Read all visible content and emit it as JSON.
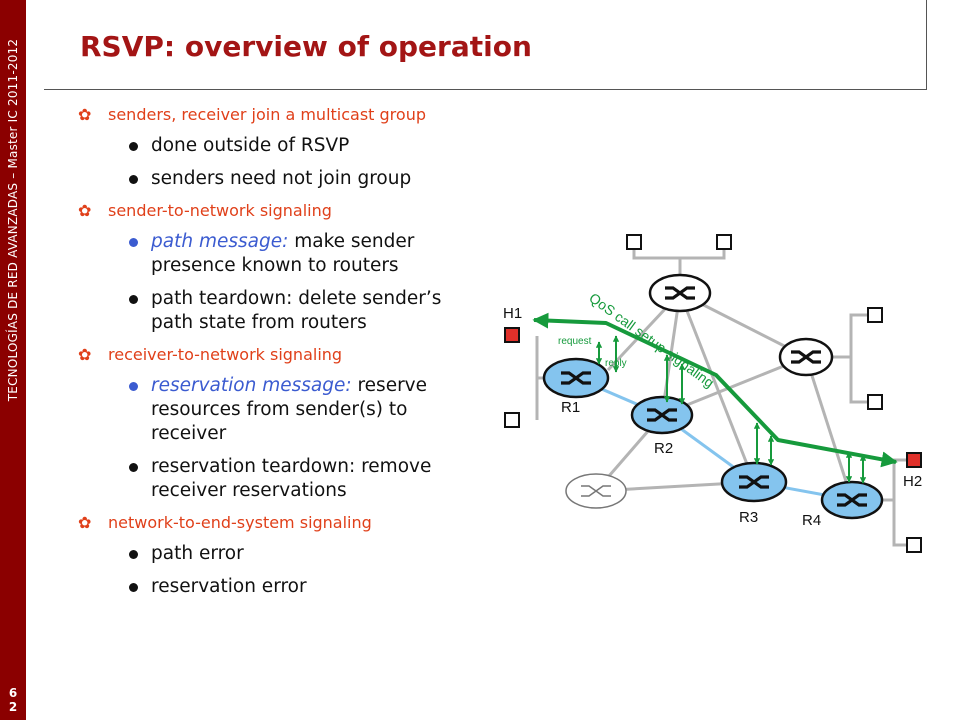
{
  "sidebar": {
    "text": "TECNOLOGÍAS DE RED AVANZADAS – Master  IC 2011-2012",
    "page_digits": [
      "6",
      "2"
    ]
  },
  "title": "RSVP: overview of operation",
  "bullets": [
    {
      "text": "senders, receiver join a multicast group",
      "sub": [
        {
          "lead": "",
          "text": "done outside of RSVP"
        },
        {
          "lead": "",
          "text": "senders need not join group"
        }
      ]
    },
    {
      "text": "sender-to-network signaling",
      "sub": [
        {
          "lead": "path message:",
          "text": " make sender presence known to routers"
        },
        {
          "lead": "",
          "text": "path teardown: delete sender’s path state from routers"
        }
      ]
    },
    {
      "text": "receiver-to-network signaling",
      "sub": [
        {
          "lead": "reservation message:",
          "text": " reserve resources from sender(s) to receiver"
        },
        {
          "lead": "",
          "text": "reservation teardown: remove receiver reservations"
        }
      ]
    },
    {
      "text": "network-to-end-system  signaling",
      "sub": [
        {
          "lead": "",
          "text": "path error"
        },
        {
          "lead": "",
          "text": "reservation error"
        }
      ]
    }
  ],
  "diagram": {
    "labels": {
      "h1": "H1",
      "h2": "H2",
      "r1": "R1",
      "r2": "R2",
      "r3": "R3",
      "r4": "R4",
      "request": "request",
      "reply": "reply",
      "signaling": "QoS call setup signaling"
    },
    "colors": {
      "signal": "#169a3c",
      "router_blue": "#84c4ee",
      "link_blue": "#84c4ee",
      "link_gray": "#b4b4b4",
      "host_red": "#e0302a",
      "accent_title": "#a31515",
      "bullet_orange": "#e0401a"
    }
  }
}
